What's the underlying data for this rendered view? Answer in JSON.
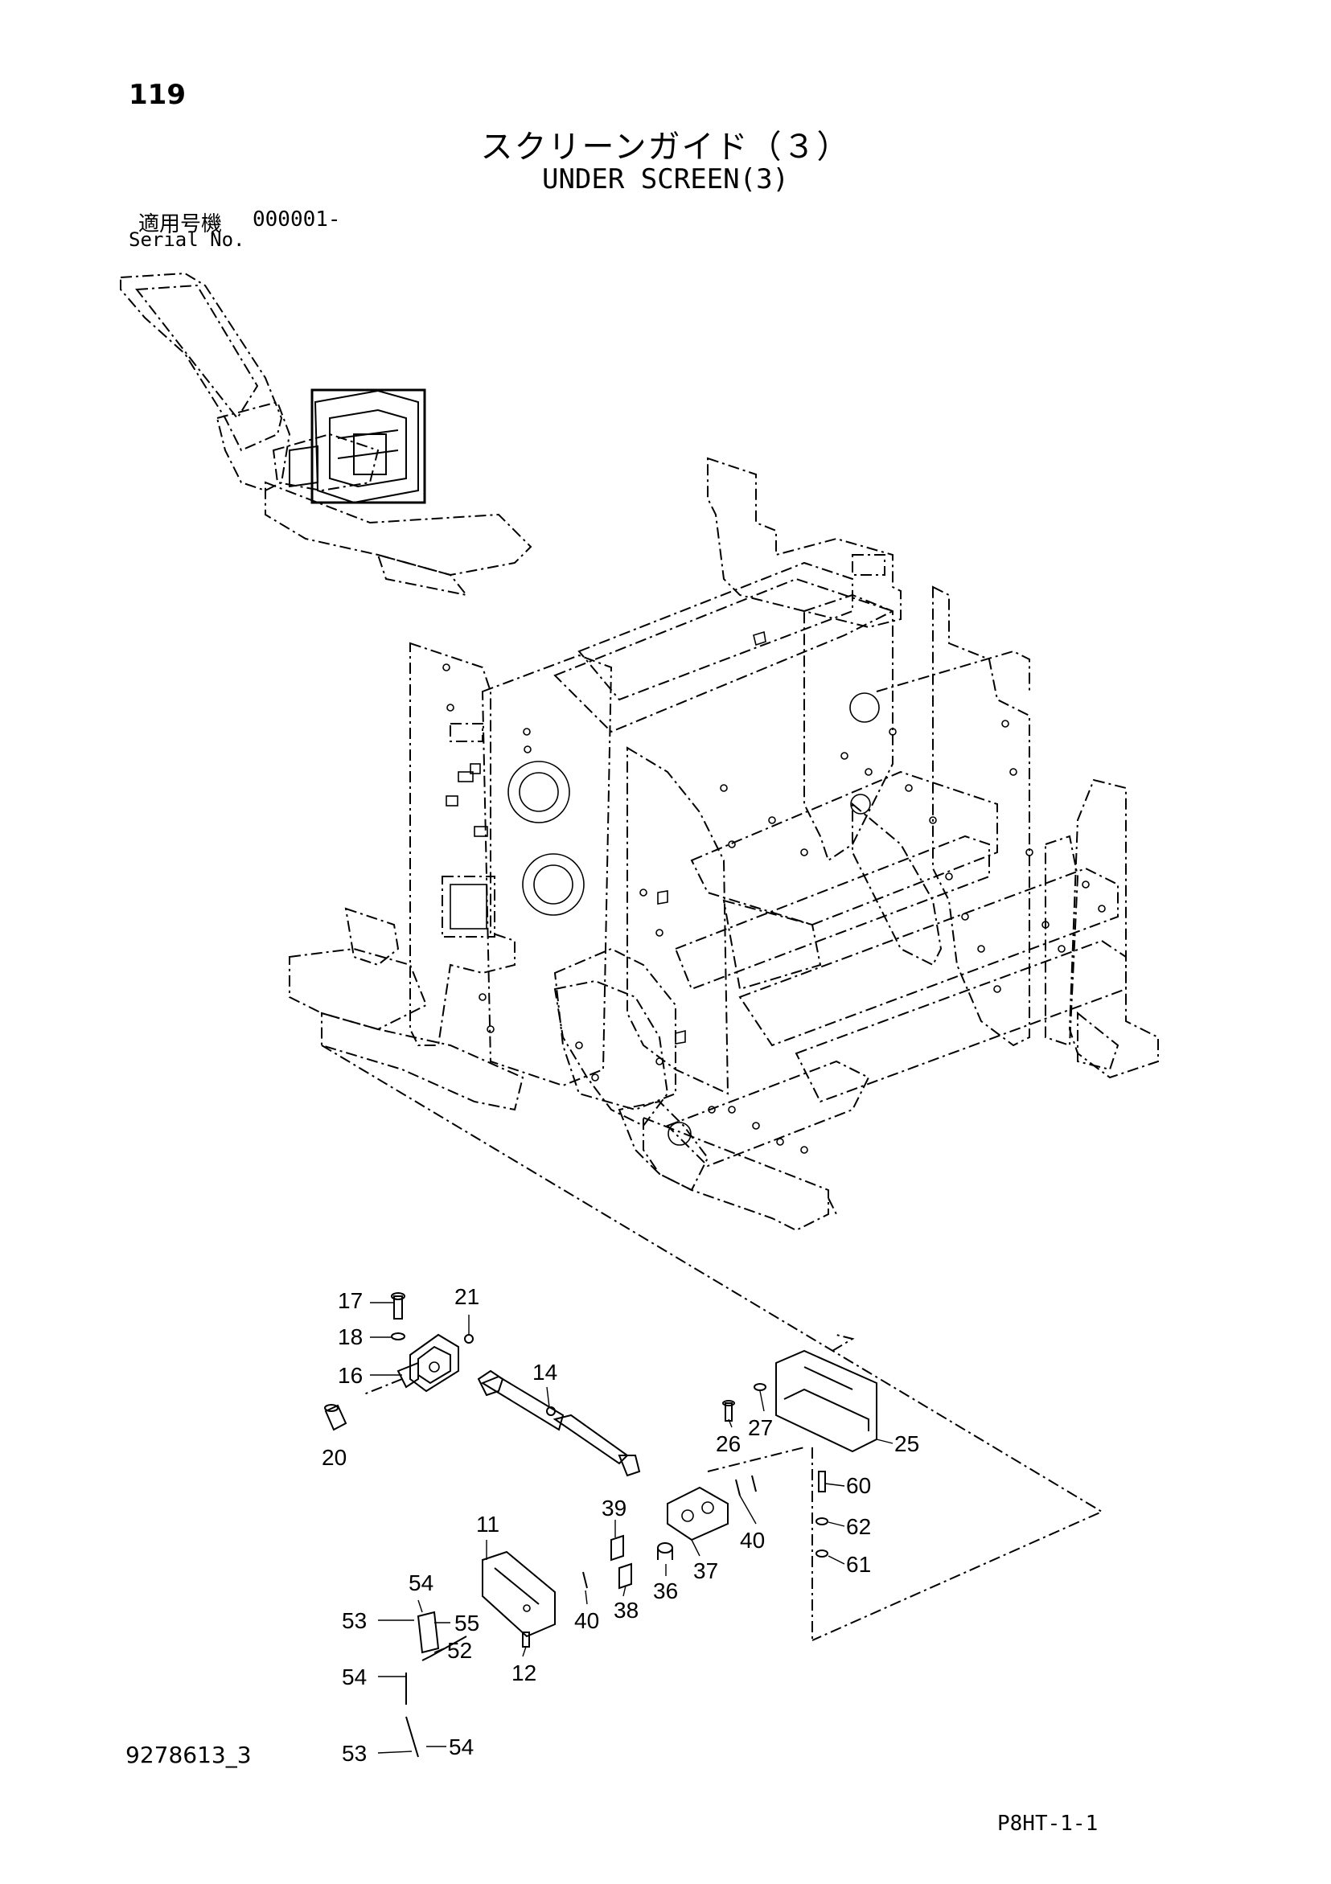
{
  "header": {
    "page_number": "119",
    "title_jp": "スクリーンガイド（３）",
    "title_en": "UNDER SCREEN(3)",
    "serial_label_jp": "適用号機",
    "serial_value": "000001-",
    "serial_label_en": "Serial No."
  },
  "footer": {
    "doc_number": "9278613_3",
    "page_code": "P8HT-1-1"
  },
  "part_labels": {
    "p11": "11",
    "p12": "12",
    "p14": "14",
    "p16": "16",
    "p17": "17",
    "p18": "18",
    "p20": "20",
    "p21": "21",
    "p25": "25",
    "p26": "26",
    "p27": "27",
    "p36": "36",
    "p37": "37",
    "p38": "38",
    "p39": "39",
    "p40a": "40",
    "p40b": "40",
    "p52": "52",
    "p53a": "53",
    "p53b": "53",
    "p54a": "54",
    "p54b": "54",
    "p54c": "54",
    "p55": "55",
    "p60": "60",
    "p61": "61",
    "p62": "62"
  }
}
